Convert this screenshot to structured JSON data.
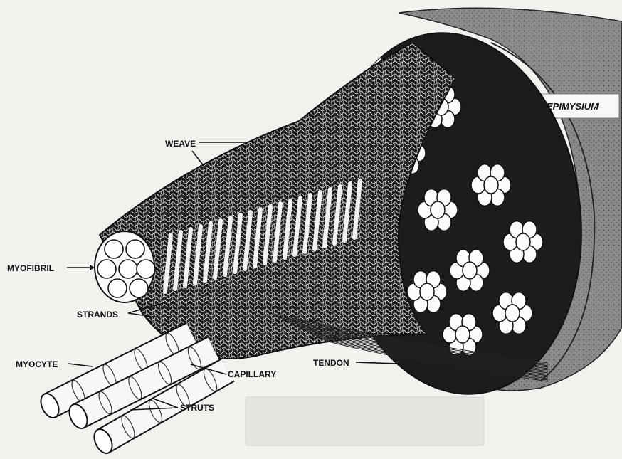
{
  "labels": {
    "epimysium": "EPIMYSIUM",
    "weave": "WEAVE",
    "myofibril": "MYOFIBRIL",
    "strands": "STRANDS",
    "myocyte": "MYOCYTE",
    "capillary": "CAPILLARY",
    "struts": "STRUTS",
    "tendon": "TENDON"
  }
}
